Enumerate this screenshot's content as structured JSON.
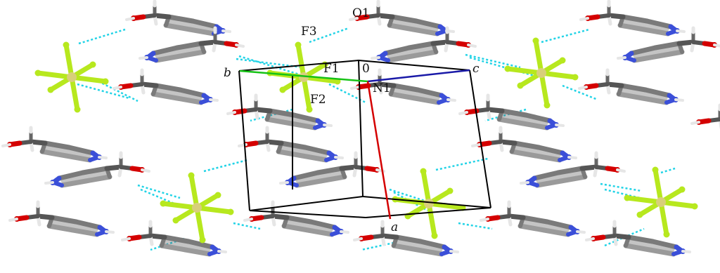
{
  "atom_labels": {
    "O1": "O1",
    "F3": "F3",
    "F1": "F1",
    "F2": "F2",
    "N1": "N1"
  },
  "axis_labels": {
    "origin": "0",
    "a": "a",
    "b": "b",
    "c": "c"
  },
  "colors": {
    "background": "#ffffff",
    "carbon_bond": "#7a7a7a",
    "hydrogen": "#e6e6e6",
    "oxygen": "#d40000",
    "nitrogen": "#3b4fd8",
    "fluorine": "#b7e81e",
    "phosphorus": "#d8cf7a",
    "hydrogen_bond": "#22d3e6",
    "unit_cell": "#000000",
    "axis_a": "#d40000",
    "axis_b": "#16c216",
    "axis_c": "#1a1aa8"
  },
  "icons": {
    "molecule": "pyridinium-methanol-cation-icon",
    "anion": "hexafluorophosphate-anion-icon"
  }
}
